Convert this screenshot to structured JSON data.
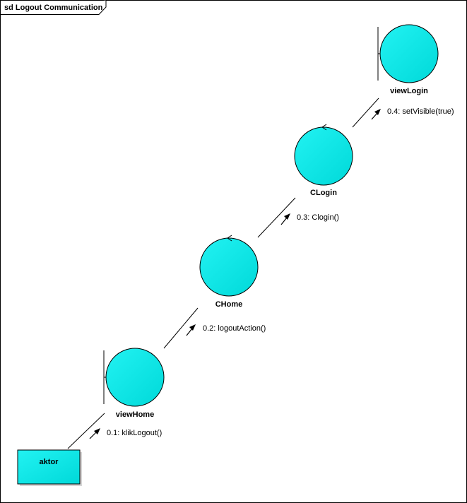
{
  "frame": {
    "title": "sd Logout Communication"
  },
  "colors": {
    "object_fill": "#00e6e6",
    "stroke": "#000000"
  },
  "objects": {
    "aktor": "aktor",
    "viewHome": "viewHome",
    "CHome": "CHome",
    "CLogin": "CLogin",
    "viewLogin": "viewLogin"
  },
  "messages": [
    {
      "label": "0.1: klikLogout()"
    },
    {
      "label": "0.2: logoutAction()"
    },
    {
      "label": "0.3: Clogin()"
    },
    {
      "label": "0.4: setVisible(true)"
    }
  ]
}
